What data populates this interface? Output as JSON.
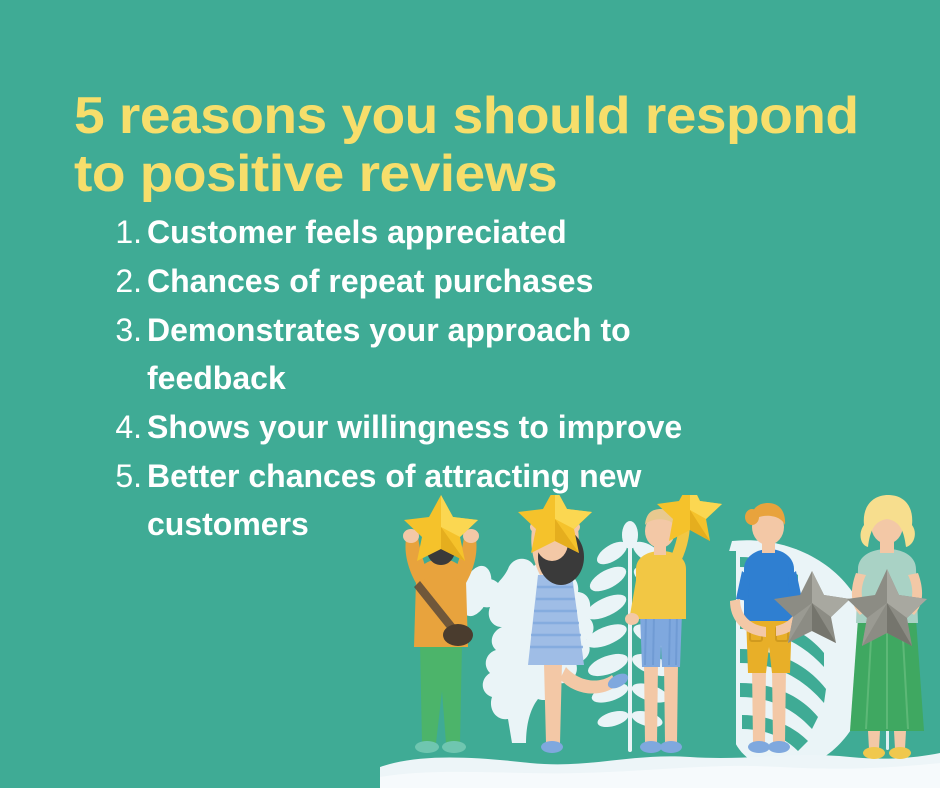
{
  "poster": {
    "background_color": "#3FAB95",
    "title": "5 reasons you should respond\nto positive reviews",
    "title_color": "#F7DE6B",
    "list_text_color": "#FFFFFF"
  },
  "reasons": [
    {
      "number": "1.",
      "text": "Customer feels appreciated"
    },
    {
      "number": "2.",
      "text": "Chances of repeat purchases"
    },
    {
      "number": "3.",
      "text": "Demonstrates your approach to feedback"
    },
    {
      "number": "4.",
      "text": "Shows your willingness to improve"
    },
    {
      "number": "5.",
      "text": "Better chances of attracting new customers"
    }
  ],
  "illustration": {
    "description": "Five people standing on a white ground holding star awards in front of white tropical foliage",
    "colors": {
      "gold_star": "#F5C22B",
      "gold_star_light": "#FBD751",
      "gray_star": "#8C8C84",
      "gray_star_light": "#A8A8A0",
      "foliage_white": "#EAF4F7",
      "ground_white": "#EDF5F8",
      "skin": "#F3C8A6",
      "amber_shirt": "#E8A33D",
      "yellow_shirt": "#F2C744",
      "blue_shirt": "#2F7FD1",
      "blue_dress": "#9FBDE6",
      "mint_top": "#A9D2C5",
      "green_pants": "#4CB46A",
      "green_skirt": "#3FA861",
      "blue_shorts": "#7FA8DE",
      "amber_shorts": "#E8AF28",
      "dark_hair": "#3A3A3A",
      "blonde_hair": "#F7DE8E",
      "ginger_hair": "#E8A33D"
    },
    "figures": [
      {
        "name": "bearded-man-gold-star",
        "holding": "gold-star",
        "pose": "arms raised overhead"
      },
      {
        "name": "woman-blue-dress-gold-star",
        "holding": "gold-star",
        "pose": "arms raised, leg kicked back"
      },
      {
        "name": "person-yellow-top-gold-star",
        "holding": "gold-star",
        "pose": "one arm raised"
      },
      {
        "name": "man-blue-shirt-gray-star",
        "holding": "gray-star",
        "pose": "holding star at chest"
      },
      {
        "name": "blonde-woman-gray-star",
        "holding": "gray-star",
        "pose": "holding star at chest"
      }
    ]
  }
}
